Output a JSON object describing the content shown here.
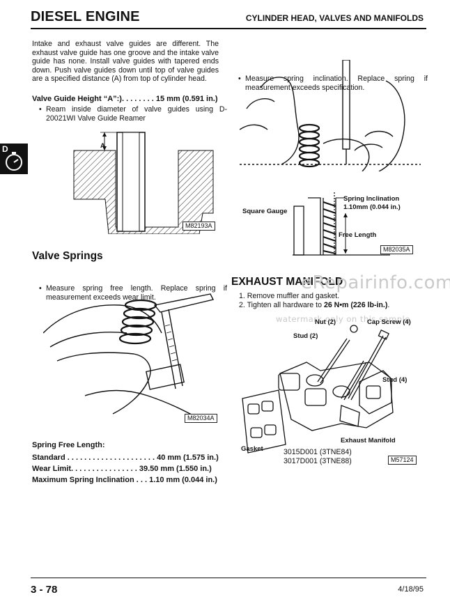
{
  "header": {
    "left": "DIESEL ENGINE",
    "right": "CYLINDER HEAD, VALVES AND MANIFOLDS"
  },
  "footer": {
    "page": "3 - 78",
    "date": "4/18/95"
  },
  "tab_icon": "D",
  "intro": {
    "paragraph": "Intake and exhaust valve guides are different. The exhaust valve guide has one groove and the intake valve guide has none. Install valve guides with tapered ends down. Push valve guides down until top of valve guides are a specified distance (A) from top of cylinder head."
  },
  "guide_height": {
    "spec": "Valve Guide Height “A”:). . . . . . . . 15 mm (0.591 in.)",
    "bullet": "Ream inside diameter of valve guides using D-20021WI Valve Guide Reamer",
    "figure_label": "A",
    "figure_caption": "M82193A"
  },
  "valve_springs": {
    "title": "Valve Springs",
    "bullet_free": "Measure spring free length. Replace spring if measurement exceeds wear limit.",
    "figure_caption": "M82034A",
    "spec_title": "Spring Free Length:",
    "specs": [
      {
        "label": "Standard . . . . . . . . . . . . . . . . . . . . . 40 mm (1.575 in.)"
      },
      {
        "label": "Wear Limit. . . . . . . . . . . . . . . . 39.50 mm (1.550 in.)"
      },
      {
        "label": "Maximum Spring Inclination . . . 1.10 mm (0.044 in.)"
      }
    ]
  },
  "inclination": {
    "bullet": "Measure spring inclination. Replace spring if measurement exceeds specification.",
    "label_inclination": "Spring Inclination",
    "label_inclination_value": "1.10mm (0.044 in.)",
    "label_square": "Square Gauge",
    "label_free": "Free Length",
    "figure_caption": "M82035A"
  },
  "exhaust_manifold": {
    "title": "EXHAUST MANIFOLD",
    "steps": [
      {
        "num": "1.",
        "text": "Remove muffler and gasket."
      },
      {
        "num": "2.",
        "text_pre": "Tighten all hardware to ",
        "text_bold": "26 N•m (226 lb-in.)",
        "text_post": "."
      }
    ],
    "labels": {
      "nut": "Nut (2)",
      "cap_screw": "Cap Screw (4)",
      "stud2": "Stud (2)",
      "stud4": "Stud (4)",
      "gasket": "Gasket",
      "manifold": "Exhaust Manifold"
    },
    "parts": [
      "3015D001 (3TNE84)",
      "3017D001 (3TNE88)"
    ],
    "figure_caption": "M57124"
  },
  "watermark": {
    "main": "eRepairinfo.com",
    "sub": "watermark only on this sample"
  },
  "colors": {
    "ink": "#111111",
    "watermark": "#c9c9c9",
    "paper": "#ffffff"
  }
}
